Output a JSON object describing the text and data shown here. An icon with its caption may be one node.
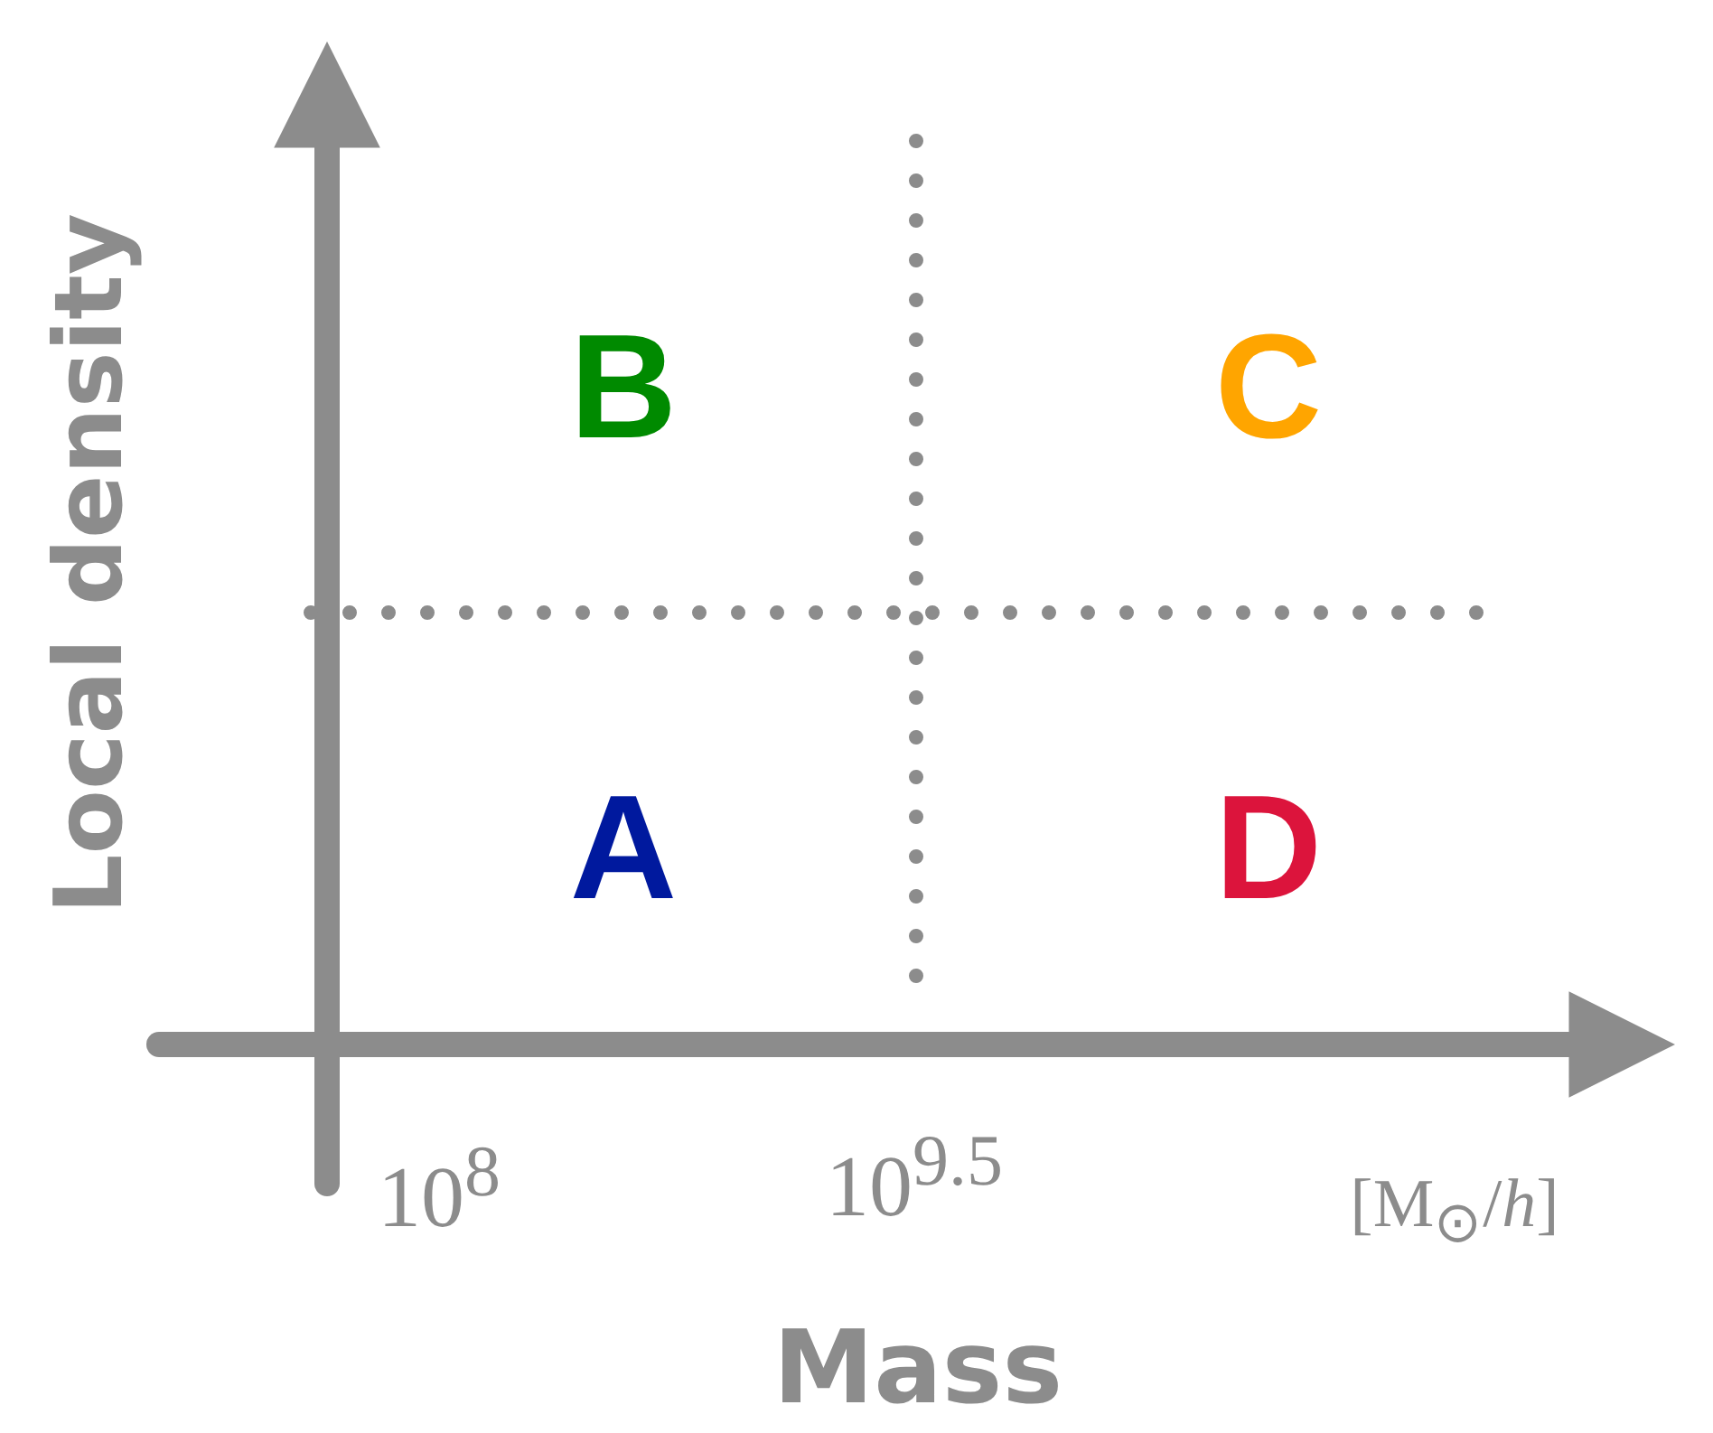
{
  "diagram": {
    "labels": [
      "Local density",
      "B",
      "C",
      "A",
      "D",
      "10$^{8}$",
      "10$^{9.5}$",
      "[M$_{⊙}$/*h*]",
      "Mass"
    ]
  }
}
